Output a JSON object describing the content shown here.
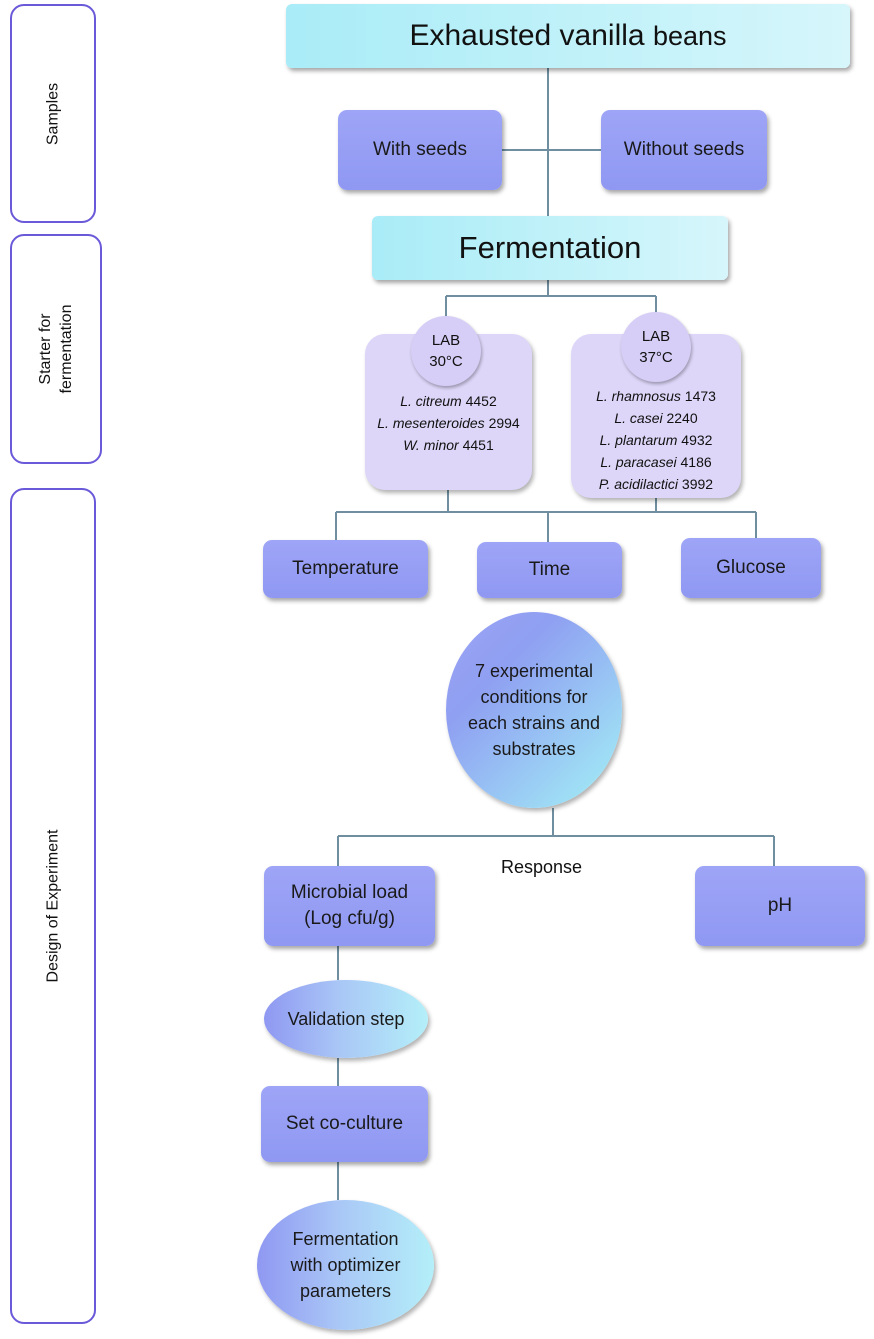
{
  "bands": {
    "samples": [
      "Samples"
    ],
    "starter": [
      "Starter for",
      "fermentation"
    ],
    "doe": [
      "Design of Experiment"
    ]
  },
  "title": {
    "main": "Exhausted vanilla",
    "suffix": "beans"
  },
  "samples": {
    "with_seeds": "With seeds",
    "without_seeds": "Without seeds"
  },
  "fermentation": "Fermentation",
  "lab_groups": [
    {
      "label": "LAB",
      "temperature": "30°C",
      "strains": [
        {
          "species": "L. citreum",
          "id": "4452"
        },
        {
          "species": "L. mesenteroides",
          "id": "2994"
        },
        {
          "species": "W. minor",
          "id": "4451"
        }
      ]
    },
    {
      "label": "LAB",
      "temperature": "37°C",
      "strains": [
        {
          "species": "L. rhamnosus",
          "id": "1473"
        },
        {
          "species": "L. casei",
          "id": "2240"
        },
        {
          "species": "L. plantarum",
          "id": "4932"
        },
        {
          "species": "L. paracasei",
          "id": "4186"
        },
        {
          "species": "P. acidilactici",
          "id": "3992"
        }
      ]
    }
  ],
  "factors": {
    "temperature": "Temperature",
    "time": "Time",
    "glucose": "Glucose"
  },
  "conditions": [
    "7 experimental",
    "conditions for",
    "each strains and",
    "substrates"
  ],
  "response_label": "Response",
  "responses": {
    "microbial": [
      "Microbial load",
      "(Log cfu/g)"
    ],
    "ph": "pH"
  },
  "validation": "Validation step",
  "coculture": "Set co-culture",
  "final": [
    "Fermentation",
    "with optimizer",
    "parameters"
  ],
  "colors": {
    "band_border": "#6a5ad9",
    "box_purple": "#9ea5f7",
    "box_cyan": "#a9ecf7",
    "lab_panel": "#ddd6f8",
    "connector": "#6f8fa0"
  }
}
